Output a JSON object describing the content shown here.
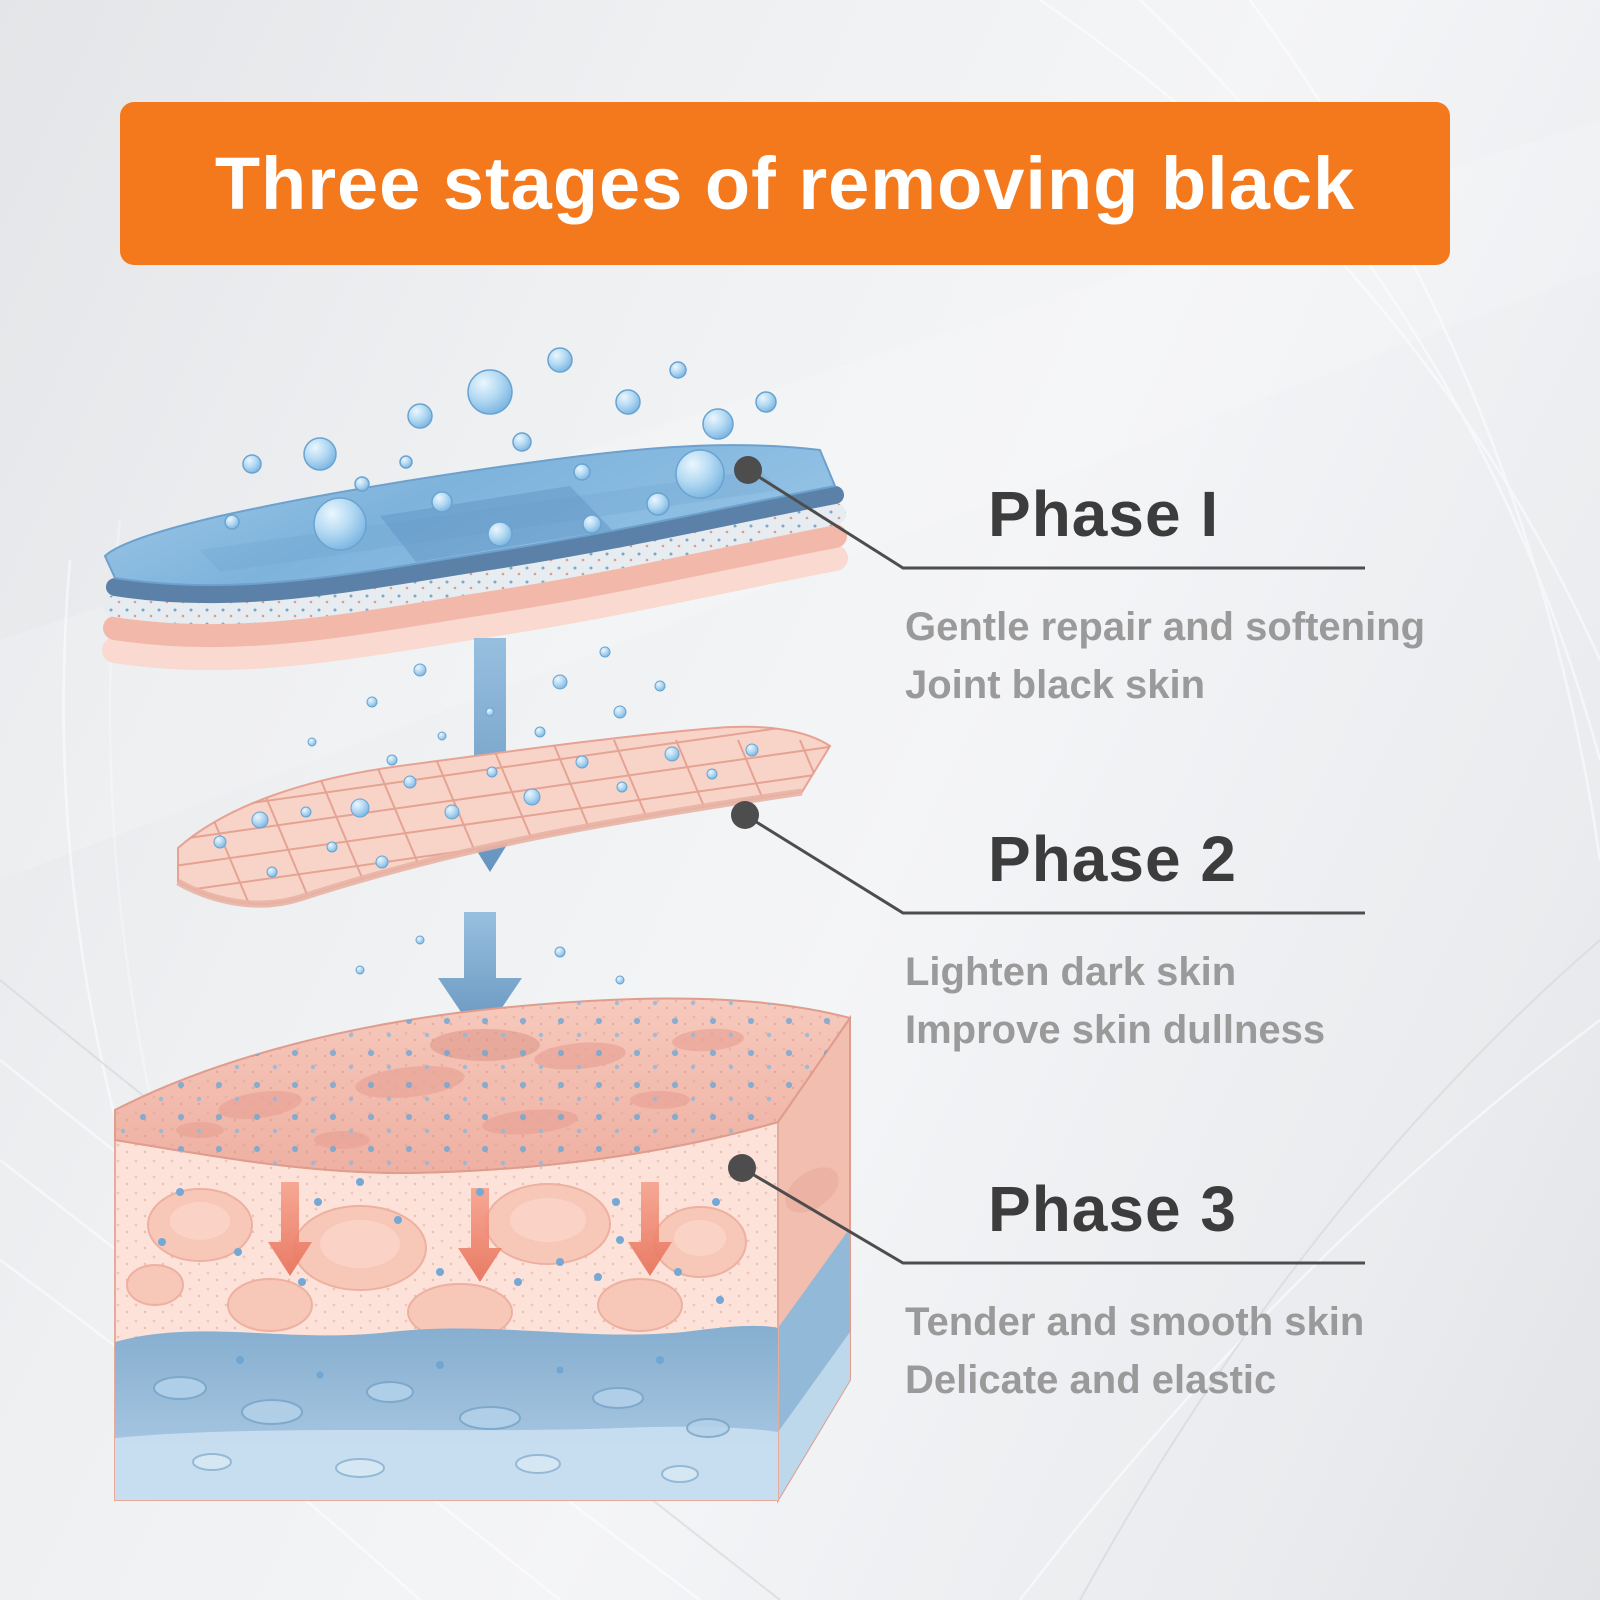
{
  "banner": {
    "title": "Three stages of removing black",
    "bg_color": "#f4791d",
    "text_color": "#ffffff"
  },
  "phases": [
    {
      "title": "Phase I",
      "line1": "Gentle repair and softening",
      "line2": "Joint black skin"
    },
    {
      "title": "Phase 2",
      "line1": "Lighten dark skin",
      "line2": "Improve skin dullness"
    },
    {
      "title": "Phase 3",
      "line1": "Tender and smooth skin",
      "line2": "Delicate and elastic"
    }
  ],
  "callout": {
    "line_color": "#4d4d4d",
    "title_color": "#3c3c3c",
    "desc_color": "#9a9a9a"
  },
  "illustration": {
    "subject": "skin-layers-cross-section",
    "colors": {
      "epidermis_blue": "#7eb3dc",
      "mesh_pink": "#f8d4c8",
      "dermis_pink": "#fce2d9",
      "subcutis_blue": "#8db4d4",
      "bubble_blue": "#b5daf3",
      "arrow_blue": "#5a8cba",
      "arrow_pink": "#e76f57"
    }
  }
}
